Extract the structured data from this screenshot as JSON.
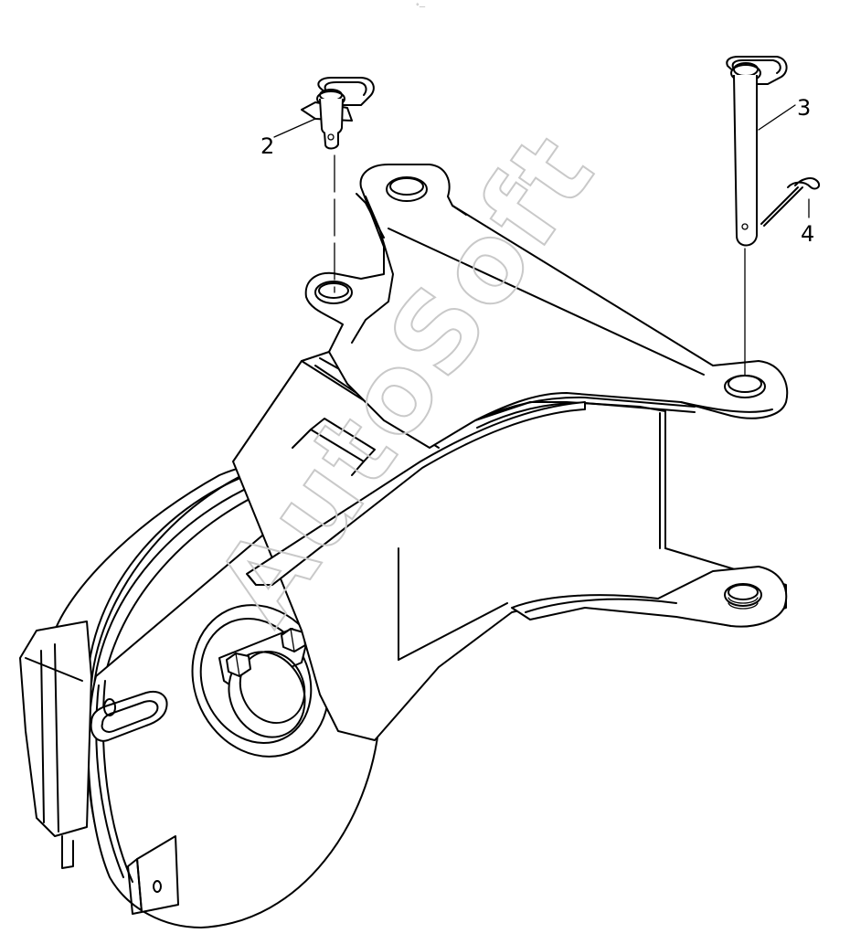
{
  "header_mark": "°—",
  "watermark": "AutoSoft",
  "callouts": [
    {
      "id": "2",
      "label": "2"
    },
    {
      "id": "3",
      "label": "3"
    },
    {
      "id": "4",
      "label": "4"
    }
  ],
  "colors": {
    "line": "#000000",
    "background": "#ffffff",
    "watermark": "#c9c9c9"
  }
}
